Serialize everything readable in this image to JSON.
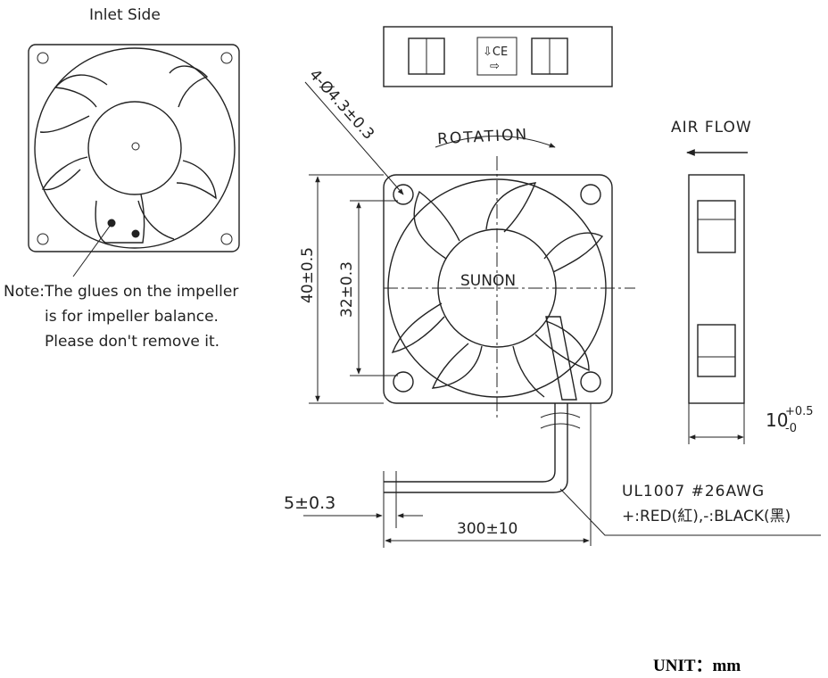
{
  "inlet_side": {
    "title": "Inlet Side",
    "note": [
      "Note:The glues on the impeller",
      "is for impeller balance.",
      "Please don't remove it."
    ]
  },
  "front_view": {
    "rotation_label": "ROTATION",
    "brand": "SUNON",
    "hole_spec": "4-Ø4.3±0.3",
    "overall_dim": "40±0.5",
    "hole_spacing_dim": "32±0.3"
  },
  "side_view": {
    "airflow_label": "AIR FLOW",
    "thickness_base": "10",
    "thickness_upper": "+0.5",
    "thickness_lower": "-0"
  },
  "leads": {
    "strip_dim": "5±0.3",
    "length_dim": "300±10",
    "wire_spec": "UL1007  #26AWG",
    "polarity": "+:RED(紅),-:BLACK(黑)"
  },
  "footer": {
    "unit_label": "UNIT：mm"
  }
}
